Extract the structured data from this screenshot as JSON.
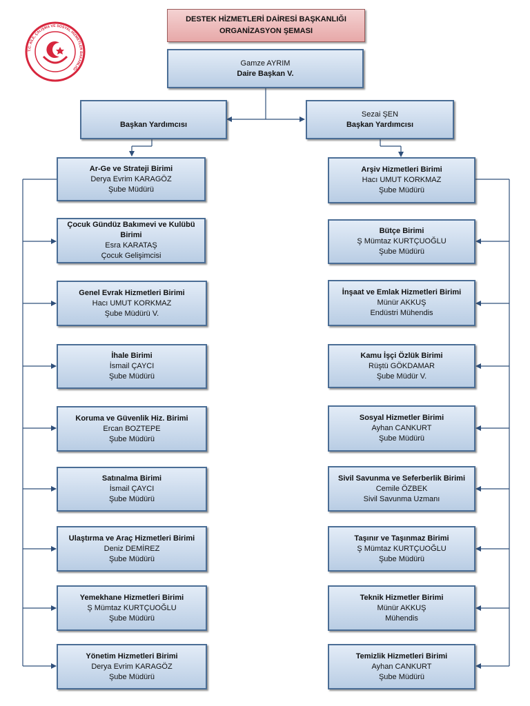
{
  "title": {
    "line1": "DESTEK HİZMETLERİ DAİRESİ BAŞKANLIĞI",
    "line2": "ORGANİZASYON ŞEMASI"
  },
  "logo": {
    "ring_text": "T.C. AİLE, ÇALIŞMA VE SOSYAL HİZMETLER BAKANLIĞI",
    "color": "#d7263d"
  },
  "head": {
    "name": "Gamze AYRIM",
    "title": "Daire Başkan V."
  },
  "deputies": [
    {
      "name": "",
      "title": "Başkan Yardımcısı"
    },
    {
      "name": "Sezai ŞEN",
      "title": "Başkan Yardımcısı"
    }
  ],
  "left_units": [
    {
      "unit": "Ar-Ge ve Strateji Birimi",
      "person": "Derya Evrim KARAGÖZ",
      "role": "Şube Müdürü"
    },
    {
      "unit": "Çocuk Gündüz Bakımevi ve Kulübü Birimi",
      "person": "Esra KARATAŞ",
      "role": "Çocuk Gelişimcisi"
    },
    {
      "unit": "Genel Evrak Hizmetleri Birimi",
      "person": "Hacı UMUT KORKMAZ",
      "role": "Şube Müdürü V."
    },
    {
      "unit": "İhale Birimi",
      "person": "İsmail ÇAYCI",
      "role": "Şube Müdürü"
    },
    {
      "unit": "Koruma ve Güvenlik Hiz. Birimi",
      "person": "Ercan BOZTEPE",
      "role": "Şube Müdürü"
    },
    {
      "unit": "Satınalma Birimi",
      "person": "İsmail ÇAYCI",
      "role": "Şube Müdürü"
    },
    {
      "unit": "Ulaştırma ve Araç Hizmetleri Birimi",
      "person": "Deniz DEMİREZ",
      "role": "Şube Müdürü"
    },
    {
      "unit": "Yemekhane Hizmetleri Birimi",
      "person": "Ş Mümtaz KURTÇUOĞLU",
      "role": "Şube Müdürü"
    },
    {
      "unit": "Yönetim Hizmetleri Birimi",
      "person": "Derya Evrim KARAGÖZ",
      "role": "Şube Müdürü"
    }
  ],
  "right_units": [
    {
      "unit": "Arşiv Hizmetleri Birimi",
      "person": "Hacı UMUT KORKMAZ",
      "role": "Şube Müdürü"
    },
    {
      "unit": "Bütçe Birimi",
      "person": "Ş Mümtaz KURTÇUOĞLU",
      "role": "Şube Müdürü"
    },
    {
      "unit": "İnşaat ve Emlak Hizmetleri Birimi",
      "person": "Münür AKKUŞ",
      "role": "Endüstri Mühendis"
    },
    {
      "unit": "Kamu İşçi Özlük Birimi",
      "person": "Rüştü GÖKDAMAR",
      "role": "Şube Müdür V."
    },
    {
      "unit": "Sosyal Hizmetler Birimi",
      "person": "Ayhan CANKURT",
      "role": "Şube Müdürü"
    },
    {
      "unit": "Sivil Savunma ve Seferberlik Birimi",
      "person": "Cemile ÖZBEK",
      "role": "Sivil Savunma Uzmanı"
    },
    {
      "unit": "Taşınır ve Taşınmaz Birimi",
      "person": "Ş Mümtaz KURTÇUOĞLU",
      "role": "Şube Müdürü"
    },
    {
      "unit": "Teknik Hizmetler Birimi",
      "person": "Münür AKKUŞ",
      "role": "Mühendis"
    },
    {
      "unit": "Temizlik Hizmetleri Birimi",
      "person": "Ayhan CANKURT",
      "role": "Şube Müdürü"
    }
  ],
  "colors": {
    "box_border": "#4a6d95",
    "box_fill_top": "#e3ecf7",
    "box_fill_bottom": "#b9cde4",
    "title_fill": "#e7a8a8",
    "connector": "#2f4f7a"
  }
}
